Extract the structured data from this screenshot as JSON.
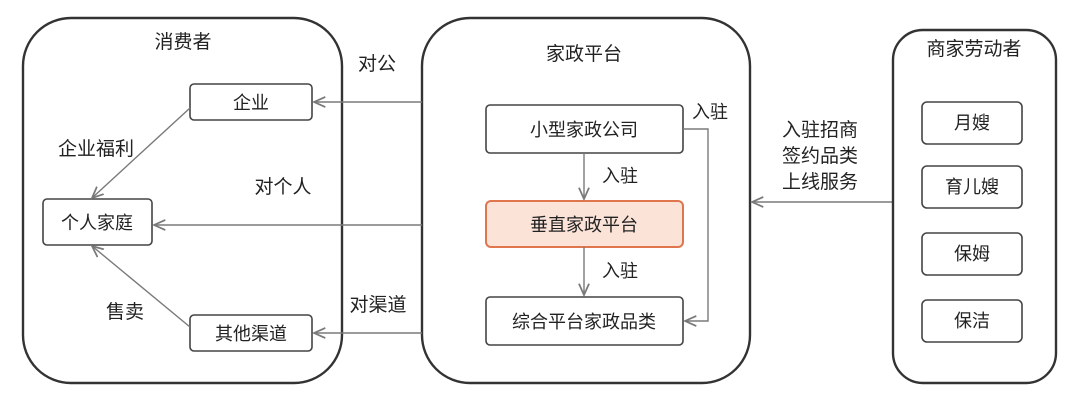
{
  "consumers": {
    "title": "消费者",
    "enterprise": "企业",
    "household": "个人家庭",
    "other_channels": "其他渠道",
    "label_welfare": "企业福利",
    "label_resale": "售卖"
  },
  "platform": {
    "title": "家政平台",
    "small_company": "小型家政公司",
    "vertical": "垂直家政平台",
    "general": "综合平台家政品类",
    "join_1": "入驻",
    "join_2": "入驻",
    "join_3": "入驻"
  },
  "flows": {
    "to_enterprise": "对公",
    "to_individual": "对个人",
    "to_channels": "对渠道",
    "merchant_line1": "入驻招商",
    "merchant_line2": "签约品类",
    "merchant_line3": "上线服务"
  },
  "workers": {
    "title": "商家劳动者",
    "items": [
      "月嫂",
      "育儿嫂",
      "保姆",
      "保洁"
    ]
  },
  "colors": {
    "highlight_fill": "#fbe3d8",
    "highlight_stroke": "#e0764d",
    "arrow": "#7a7a7a"
  }
}
